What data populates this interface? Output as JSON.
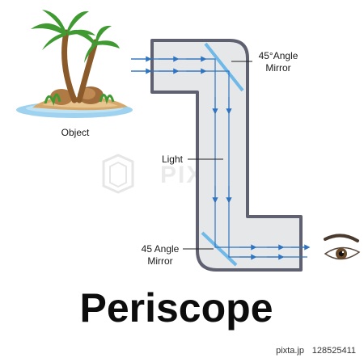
{
  "labels": {
    "object": "Object",
    "mirror_top_line1": "45°Angle",
    "mirror_top_line2": "Mirror",
    "light": "Light",
    "mirror_bottom_line1": "45 Angle",
    "mirror_bottom_line2": "Mirror"
  },
  "title": "Periscope",
  "footer": {
    "brand": "pixta.jp",
    "image_number": "128525411"
  },
  "watermark": "PIXTA",
  "colors": {
    "tube_outline": "#5f6070",
    "tube_fill": "#e6e7e9",
    "ray": "#2f74c0",
    "mirror": "#6fb9e8",
    "water": "#9ed2ee",
    "sand": "#d6a86b",
    "palm_leaf": "#3f9a32",
    "trunk": "#8a5a2b"
  },
  "icons": [
    "island-illustration",
    "eye-icon",
    "watermark-logo-icon"
  ]
}
